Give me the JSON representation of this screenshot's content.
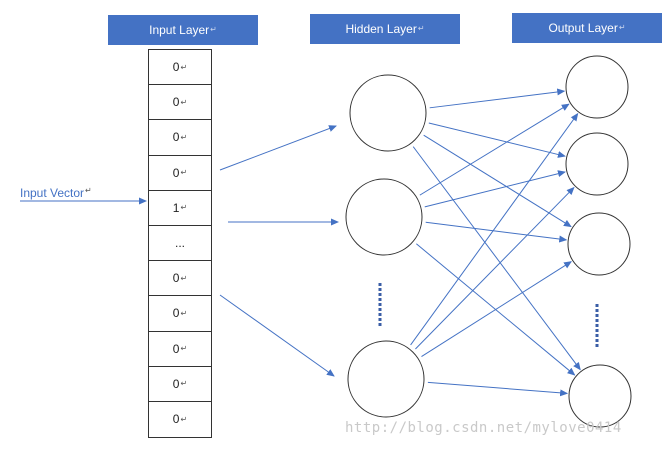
{
  "headers": {
    "input": "Input Layer",
    "hidden": "Hidden Layer",
    "output": "Output Layer"
  },
  "input_vector_label": "Input Vector",
  "vector_cells": [
    "0",
    "0",
    "0",
    "0",
    "1",
    "...",
    "0",
    "0",
    "0",
    "0",
    "0"
  ],
  "return_mark": "↵",
  "watermark": "http://blog.csdn.net/mylove0414",
  "colors": {
    "accent": "#4472c4",
    "arrow": "#4472c4",
    "node_stroke": "#333333",
    "dots": "#3a5da6"
  }
}
